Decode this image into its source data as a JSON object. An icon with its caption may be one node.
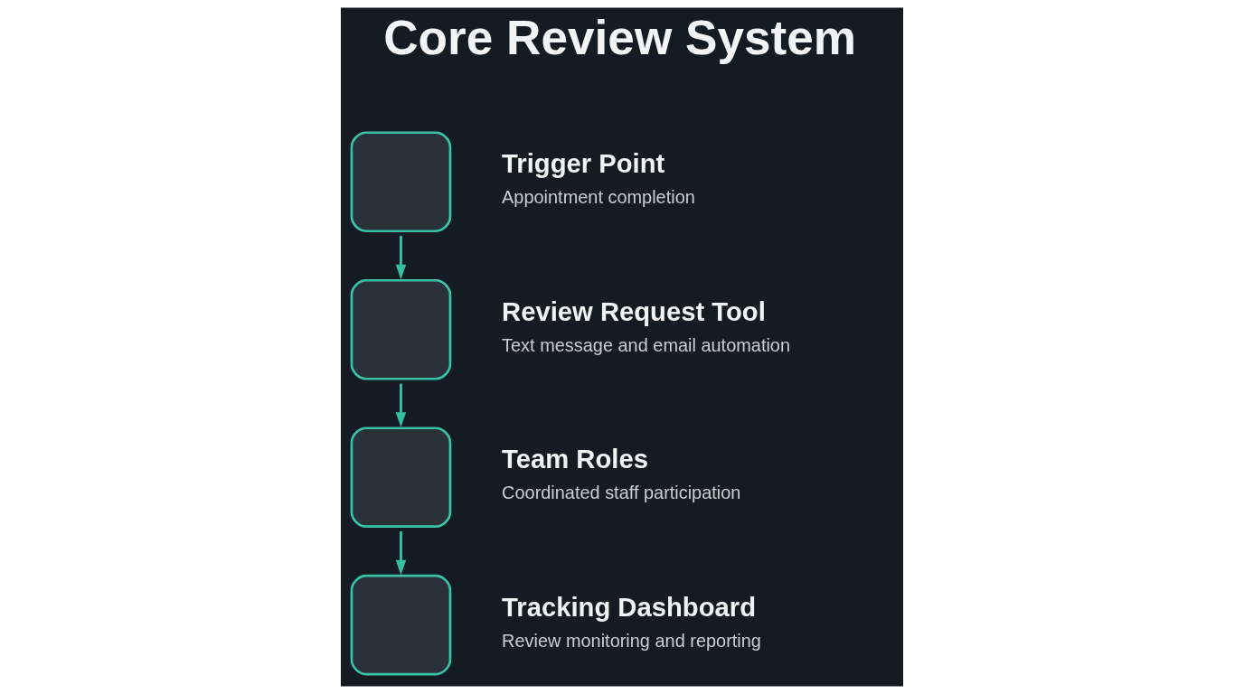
{
  "diagram": {
    "title": "Core Review System",
    "nodes": [
      {
        "text": [
          "Trigger Point",
          "Appointment completion"
        ]
      },
      {
        "text": [
          "Review Request Tool",
          "Text message and email automation"
        ]
      },
      {
        "text": [
          "Team Roles",
          "Coordinated staff participation"
        ]
      },
      {
        "text": [
          "Tracking Dashboard",
          "Review monitoring and reporting"
        ]
      }
    ],
    "edges": [
      {
        "from": 0,
        "to": 1,
        "arrow": "to"
      },
      {
        "from": 1,
        "to": 2,
        "arrow": "to"
      },
      {
        "from": 2,
        "to": 3,
        "arrow": "to"
      }
    ]
  }
}
